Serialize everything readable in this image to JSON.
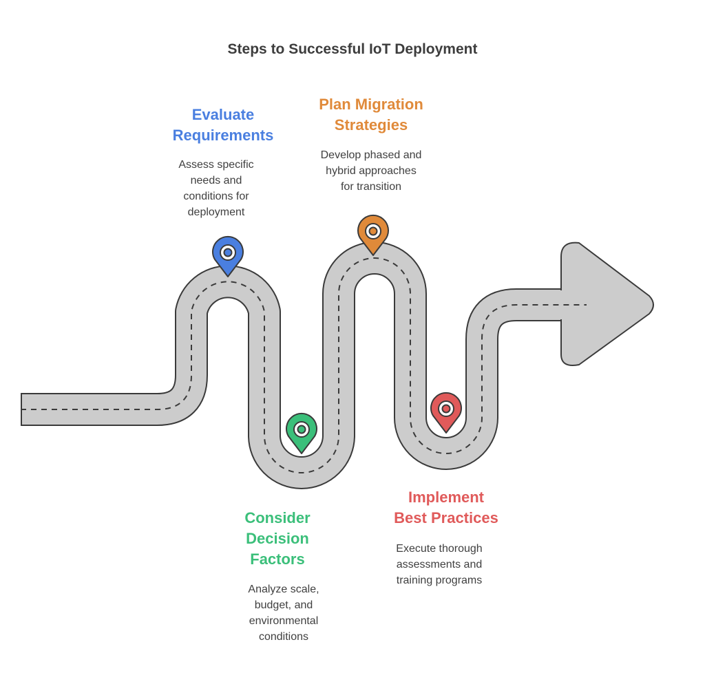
{
  "title": "Steps to Successful IoT Deployment",
  "steps": [
    {
      "title": "Evaluate\nRequirements",
      "description": "Assess specific\nneeds and\nconditions for\ndeployment",
      "color": "#4a7fe0"
    },
    {
      "title": "Plan Migration\nStrategies",
      "description": "Develop phased and\nhybrid approaches\nfor transition",
      "color": "#e08a3a"
    },
    {
      "title": "Consider\nDecision\nFactors",
      "description": "Analyze scale,\nbudget, and\nenvironmental\nconditions",
      "color": "#3bbf7a"
    },
    {
      "title": "Implement\nBest Practices",
      "description": "Execute thorough\nassessments and\ntraining programs",
      "color": "#e05a5a"
    }
  ],
  "road_color": "#cccccc",
  "road_outline_color": "#3a3a3a"
}
